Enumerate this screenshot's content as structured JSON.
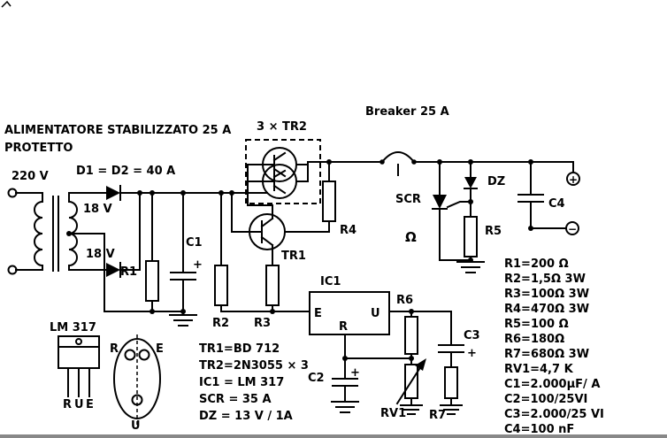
{
  "header": {
    "title_line1": "ALIMENTATORE STABILIZZATO 25 A",
    "title_line2": "PROTETTO"
  },
  "schematic": {
    "mains_voltage": "220 V",
    "diode_note": "D1 = D2 = 40 A",
    "secondary_top_voltage": "18 V",
    "secondary_bottom_voltage": "18 V",
    "r1_label": "R1",
    "c1_label": "C1",
    "c1_polarity": "+",
    "r2_label": "R2",
    "r3_label": "R3",
    "tr2_group_label": "3 × TR2",
    "tr1_label": "TR1",
    "r4_label": "R4",
    "breaker_label": "Breaker  25 A",
    "scr_label": "SCR",
    "dz_label": "DZ",
    "r5_label": "R5",
    "ohm_symbol": "Ω",
    "c4_label": "C4",
    "ic1_label": "IC1",
    "ic1_pin_e": "E",
    "ic1_pin_u": "U",
    "ic1_pin_r": "R",
    "r6_label": "R6",
    "c3_label": "C3",
    "c3_polarity": "+",
    "c2_label": "C2",
    "c2_polarity": "+",
    "rv1_label": "RV1",
    "r7_label": "R7",
    "positive_terminal": "+",
    "negative_terminal": "−"
  },
  "packages": {
    "lm317_title": "LM 317",
    "to220_pin_r": "R",
    "to220_pin_u": "U",
    "to220_pin_e": "E",
    "to3_pin_r": "R",
    "to3_pin_e": "E",
    "to3_pin_u": "U"
  },
  "component_list": [
    "TR1=BD 712",
    "TR2=2N3055 × 3",
    "IC1 = LM 317",
    "SCR = 35 A",
    "DZ = 13 V / 1A"
  ],
  "values_list": [
    "R1=200 Ω",
    "R2=1,5Ω 3W",
    "R3=100Ω 3W",
    "R4=470Ω 3W",
    "R5=100 Ω",
    "R6=180Ω",
    "R7=680Ω 3W",
    "RV1=4,7 K",
    "C1=2.000µF/ A",
    "C2=100/25VI",
    "C3=2.000/25 VI",
    "C4=100 nF"
  ],
  "colors": {
    "ink": "#000000",
    "paper": "#ffffff"
  }
}
